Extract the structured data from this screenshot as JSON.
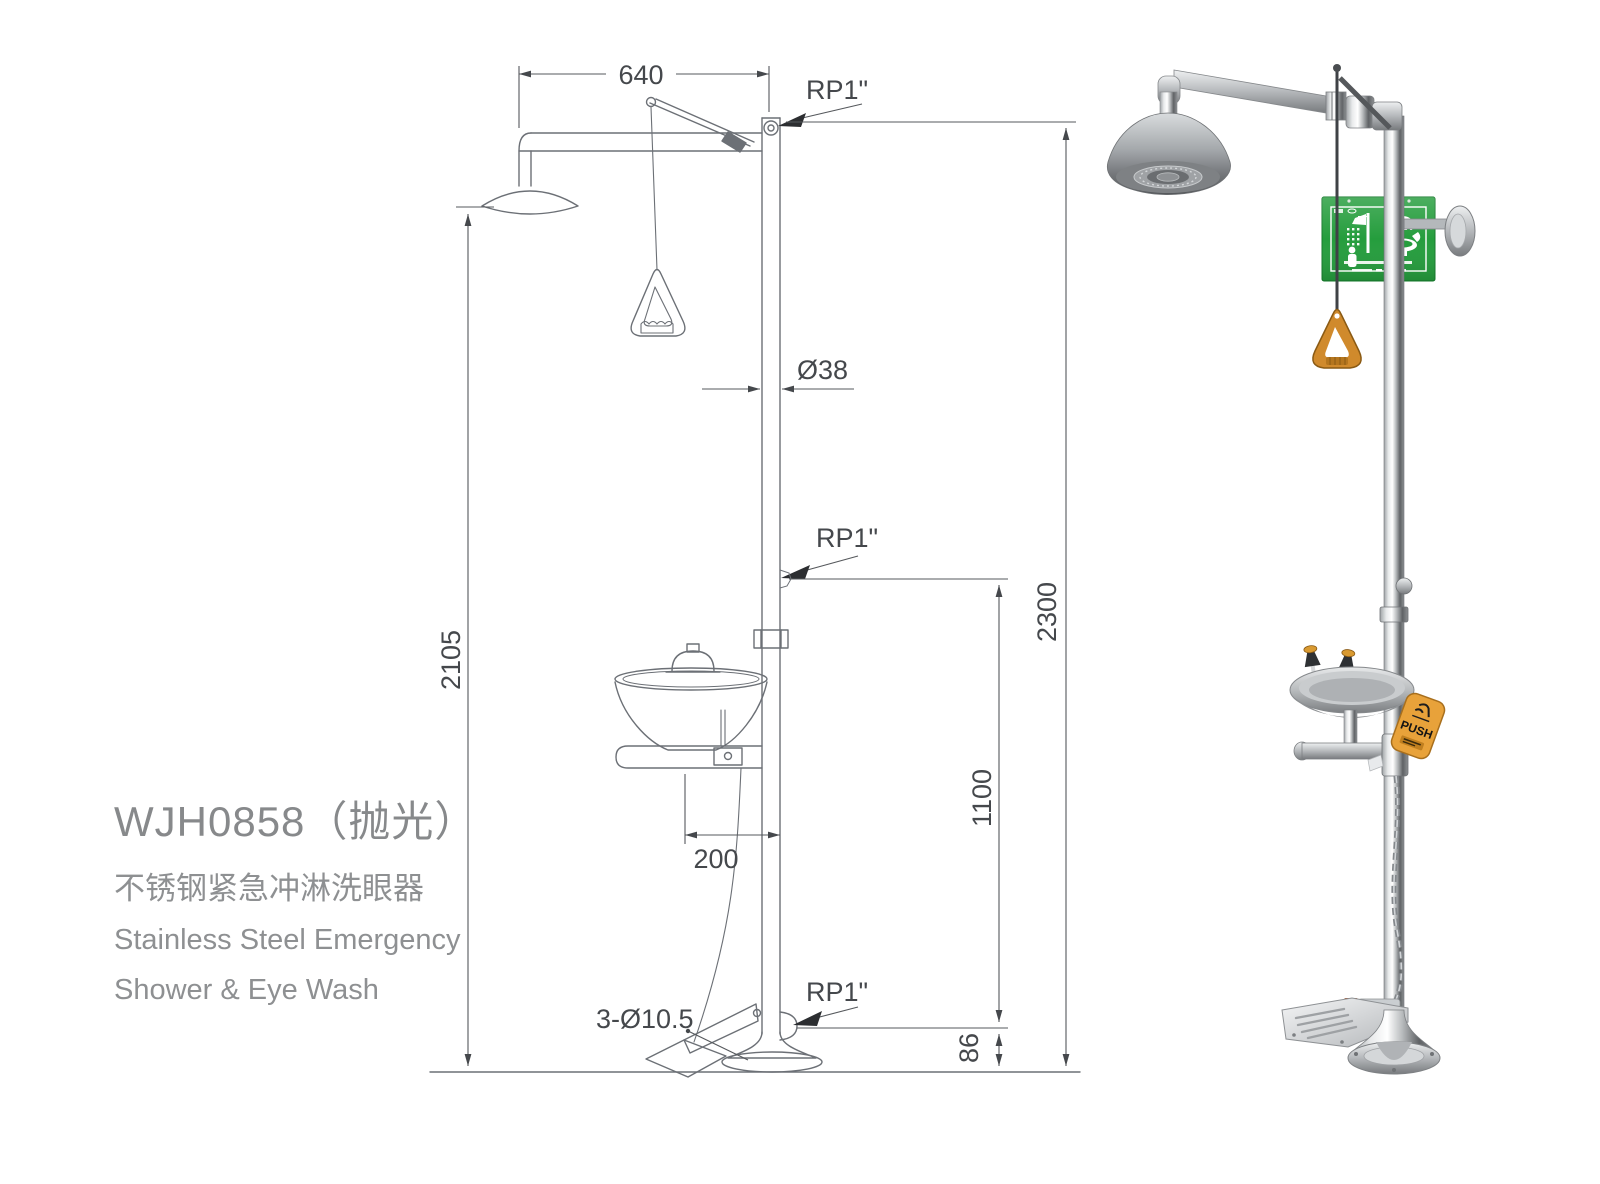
{
  "title_block": {
    "model": "WJH0858（抛光）",
    "product_name_cn": "不锈钢紧急冲淋洗眼器",
    "product_name_en_line1": "Stainless Steel Emergency",
    "product_name_en_line2": "Shower & Eye Wash"
  },
  "drawing": {
    "dim_arm_length": "640",
    "dim_inlet_top": "RP1\"",
    "dim_pipe_diameter": "Ø38",
    "dim_inlet_mid": "RP1\"",
    "dim_shower_head_height": "2105",
    "dim_total_height": "2300",
    "dim_eyewash_outlet_height": "1100",
    "dim_bowl_offset": "200",
    "dim_anchor_holes": "3-Ø10.5",
    "dim_inlet_bottom": "RP1\"",
    "dim_inlet_bottom_height": "86"
  },
  "photo": {
    "push_tag_label": "PUSH"
  },
  "icons": {
    "sign_left": "shower-person-icon",
    "sign_right": "eyewash-face-icon",
    "push_tag": "push-hand-icon"
  },
  "colors": {
    "drawing_line": "#6c7076",
    "dimension_text": "#45484c",
    "title_text": "#8e9092",
    "sign_green": "#259d3d",
    "handle_orange": "#d08a2c",
    "paddle_orange": "#e8a23a"
  }
}
